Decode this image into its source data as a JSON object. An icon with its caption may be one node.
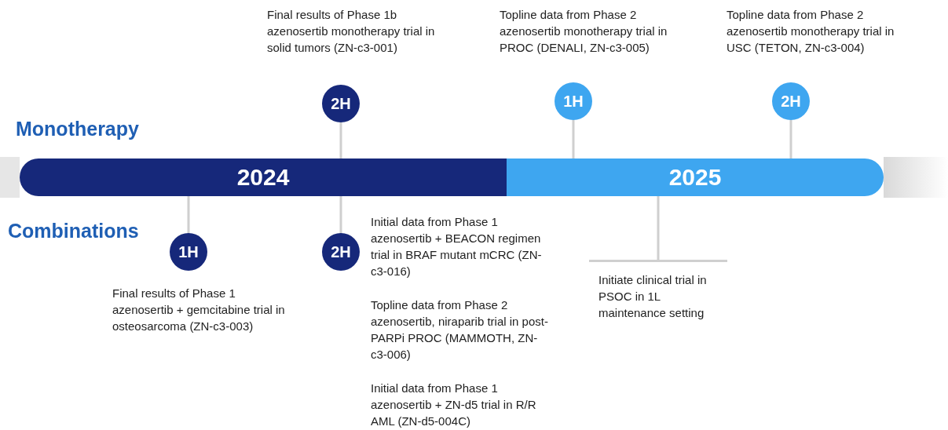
{
  "diagram": {
    "nodes": [
      {
        "text": [
          "2024"
        ]
      },
      {
        "text": [
          "2025"
        ]
      },
      {
        "text": [
          "2H"
        ],
        "beside": [
          "Final results of Phase 1b azenosertib monotherapy trial in solid tumors (ZN-c3-001)"
        ]
      },
      {
        "text": [
          "1H"
        ],
        "beside": [
          "Topline data from Phase 2 azenosertib monotherapy trial in PROC (DENALI, ZN-c3-005)"
        ]
      },
      {
        "text": [
          "2H"
        ],
        "beside": [
          "Topline data from Phase 2 azenosertib monotherapy trial in USC (TETON, ZN-c3-004)"
        ]
      },
      {
        "text": [
          "1H"
        ],
        "beside": [
          "Final results of Phase 1 azenosertib + gemcitabine trial in osteosarcoma (ZN-c3-003)"
        ]
      },
      {
        "text": [
          "2H"
        ],
        "beside": [
          "Initial data from Phase 1 azenosertib + BEACON regimen trial in BRAF mutant mCRC (ZN-c3-016)",
          "Topline data from Phase 2 azenosertib, niraparib trial in post-PARPi PROC (MAMMOTH, ZN-c3-006)",
          "Initial data from Phase 1 azenosertib + ZN-d5 trial in R/R AML (ZN-d5-004C)"
        ]
      },
      {
        "text": [
          "Initiate clinical trial in PSOC in 1L maintenance setting"
        ]
      }
    ],
    "edges": [
      {
        "from": 2,
        "to": 0,
        "arrow": "none"
      },
      {
        "from": 3,
        "to": 1,
        "arrow": "none"
      },
      {
        "from": 4,
        "to": 1,
        "arrow": "none"
      },
      {
        "from": 5,
        "to": 0,
        "arrow": "none"
      },
      {
        "from": 6,
        "to": 0,
        "arrow": "none"
      },
      {
        "from": 7,
        "to": 1,
        "arrow": "none"
      }
    ],
    "labels": [
      "Monotherapy",
      "Combinations"
    ]
  }
}
